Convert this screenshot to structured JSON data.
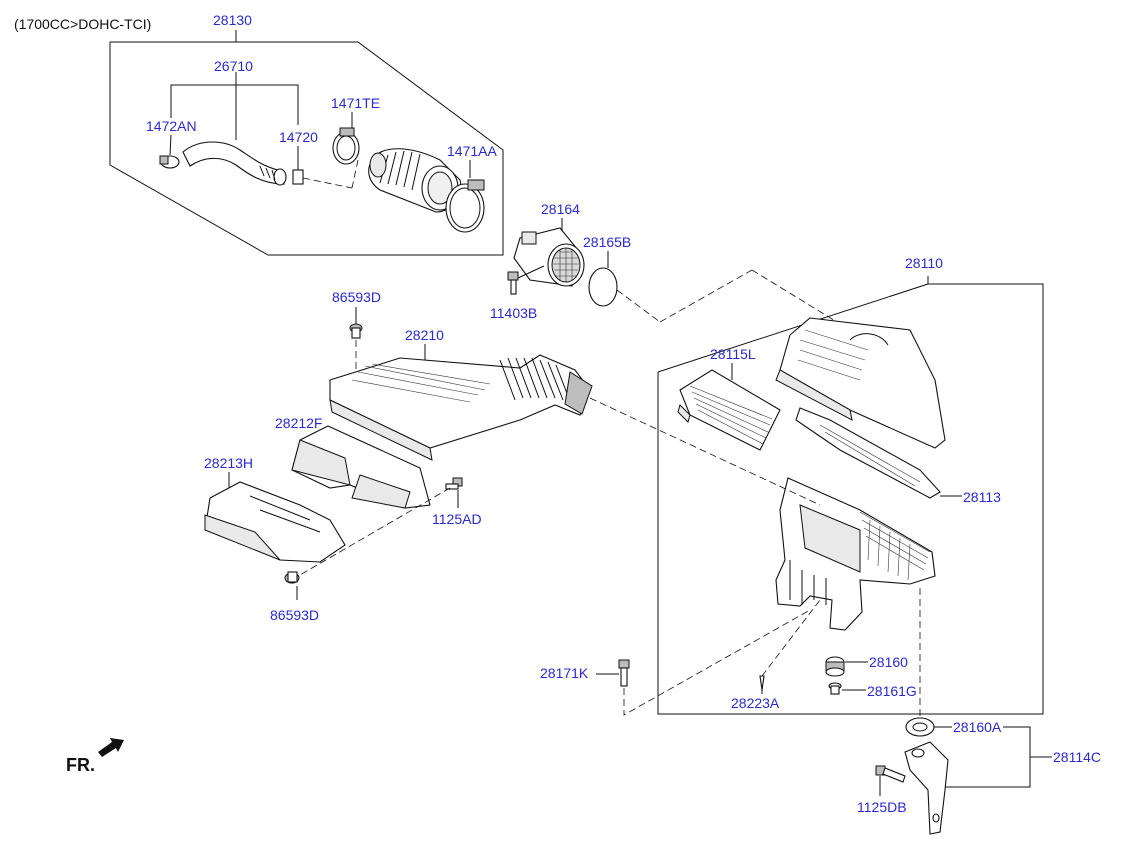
{
  "header": {
    "engine_spec": "(1700CC>DOHC-TCI)"
  },
  "front_marker": "FR.",
  "colors": {
    "label": "#2a2ad0",
    "line": "#111111",
    "background": "#ffffff"
  },
  "labels": {
    "p28130": "28130",
    "p26710": "26710",
    "p1472AN": "1472AN",
    "p14720": "14720",
    "p1471TE": "1471TE",
    "p1471AA": "1471AA",
    "p28164": "28164",
    "p28165B": "28165B",
    "p11403B": "11403B",
    "p28110": "28110",
    "p86593D_top": "86593D",
    "p28210": "28210",
    "p28115L": "28115L",
    "p28212F": "28212F",
    "p28213H": "28213H",
    "p1125AD": "1125AD",
    "p28113": "28113",
    "p86593D_bottom": "86593D",
    "p28160": "28160",
    "p28171K": "28171K",
    "p28161G": "28161G",
    "p28223A": "28223A",
    "p28160A": "28160A",
    "p28114C": "28114C",
    "p1125DB": "1125DB"
  }
}
